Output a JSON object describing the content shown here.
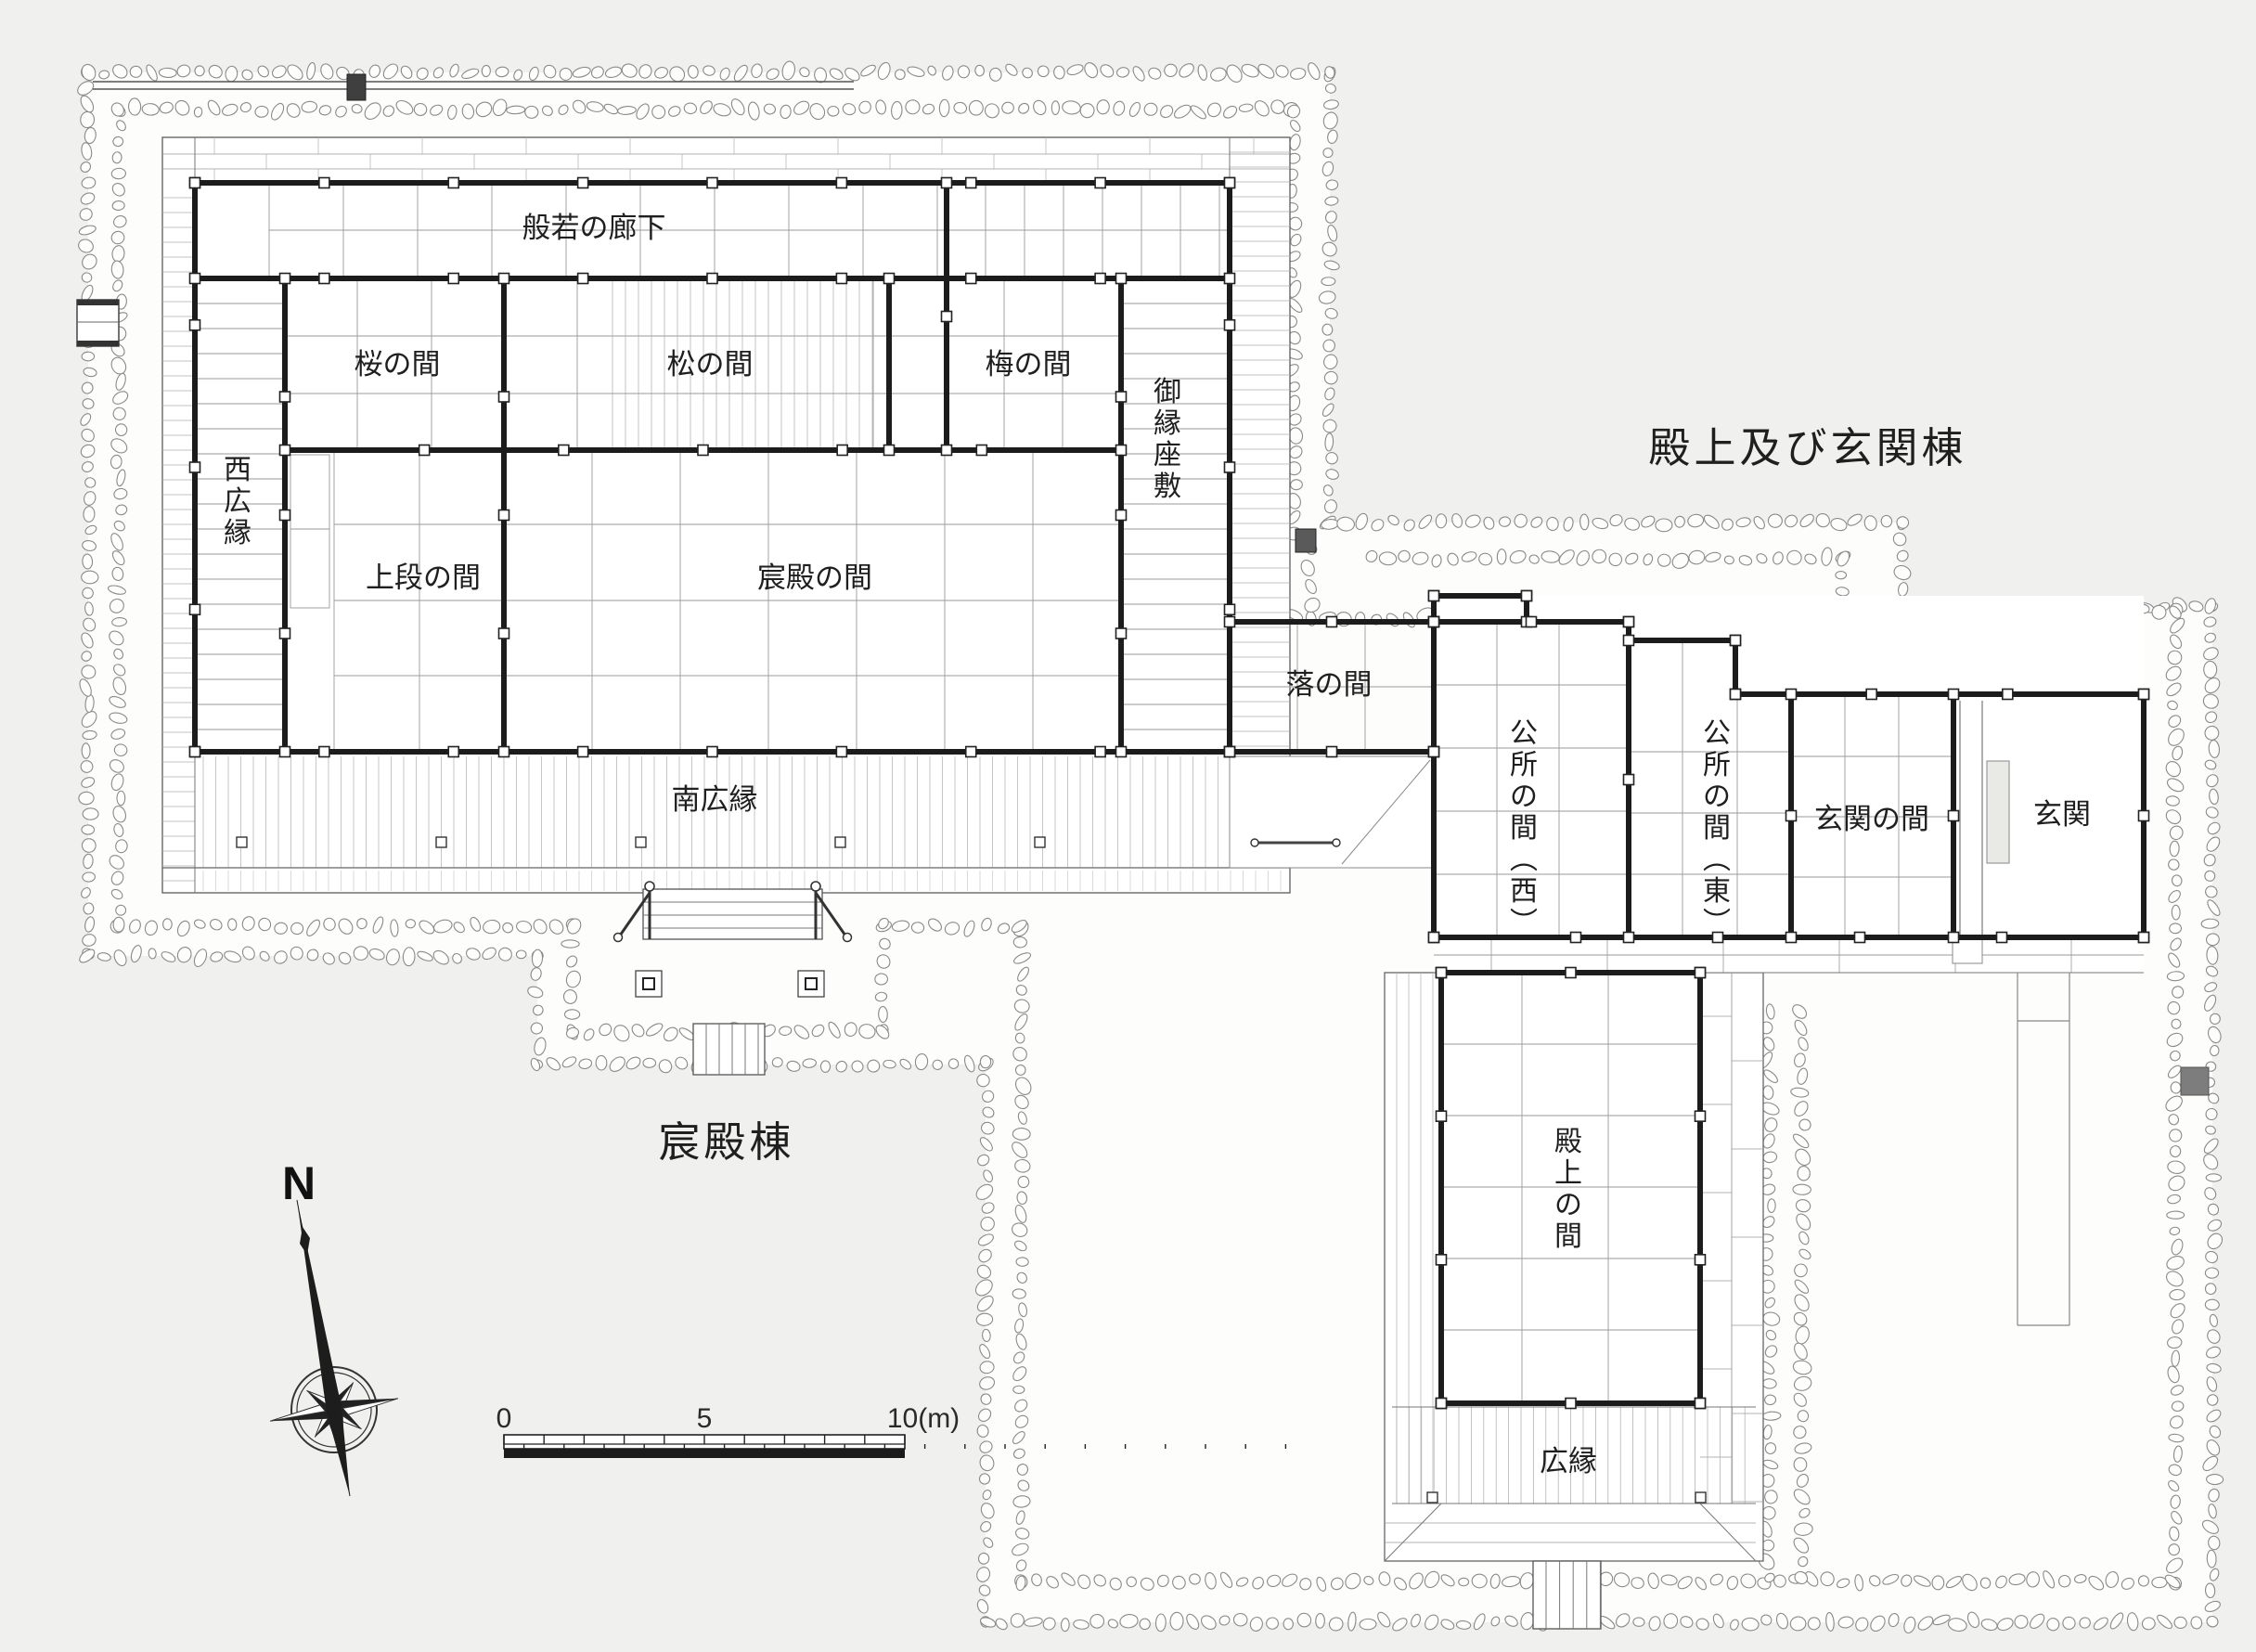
{
  "plan": {
    "buildings": {
      "shinden_wing": {
        "title": "宸殿棟",
        "rooms": {
          "hannya_corridor": "般若の廊下",
          "sakura_room": "桜の間",
          "matsu_room": "松の間",
          "ume_room": "梅の間",
          "goen_zashiki": "御縁座敷",
          "nishi_hiroen": "西広縁",
          "jodan_room": "上段の間",
          "shinden_room": "宸殿の間",
          "ochi_room": "落の間",
          "minami_hiroen": "南広縁"
        }
      },
      "tenjo_genkan_wing": {
        "title": "殿上及び玄関棟",
        "rooms": {
          "kosho_west": "公所の間（西）",
          "kosho_east": "公所の間（東）",
          "genkan_room": "玄関の間",
          "genkan": "玄関",
          "tenjo_room": "殿上の間",
          "hiroen": "広縁"
        }
      }
    },
    "compass": {
      "north_label": "N"
    },
    "scale_bar": {
      "tick_0": "0",
      "tick_5": "5",
      "tick_10": "10(m)"
    },
    "colors": {
      "background": "#f0f0ee",
      "court": "#fdfdfc",
      "wall": "#1c1c1c",
      "grid": "#9a9a9a",
      "rock": "#8a8a8a"
    }
  }
}
